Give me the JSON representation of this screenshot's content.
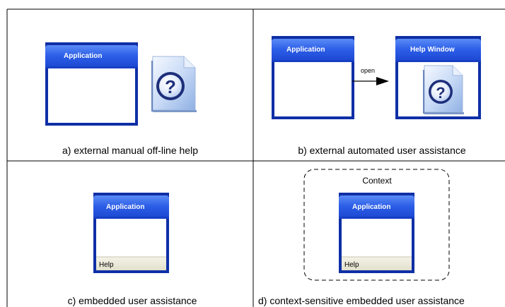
{
  "panels": {
    "a": {
      "caption": "a) external manual off-line help",
      "app_window_title": "Application",
      "help_document_icon": "help-document-icon"
    },
    "b": {
      "caption": "b) external automated user assistance",
      "app_window_title": "Application",
      "arrow_label": "open",
      "help_window_title": "Help Window",
      "help_document_icon": "help-document-icon"
    },
    "c": {
      "caption": "c) embedded user assistance",
      "app_window_title": "Application",
      "help_bar_label": "Help"
    },
    "d": {
      "caption": "d) context-sensitive embedded user assistance",
      "context_label": "Context",
      "app_window_title": "Application",
      "help_bar_label": "Help"
    }
  },
  "colors": {
    "window_border": "#0f2fa6",
    "title_bar_top": "#3b6ff2",
    "title_bar_bottom": "#1f4ed8",
    "help_bar": "#ece9d8",
    "grid_line": "#000000"
  }
}
